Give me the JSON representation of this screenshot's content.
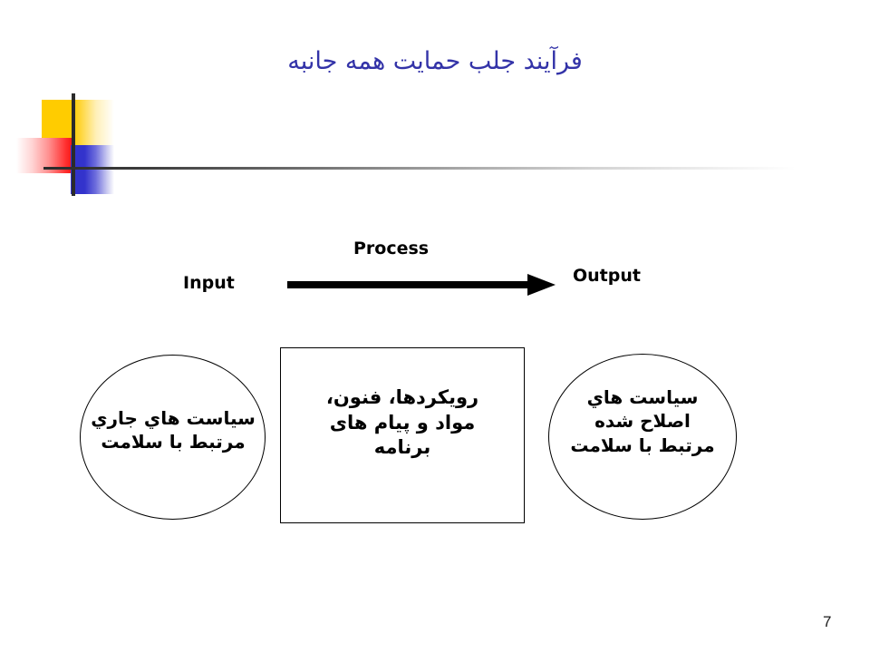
{
  "slide": {
    "title": "فرآیند جلب حمایت همه جانبه",
    "title_color": "#3333a8",
    "page_number": "7",
    "background_color": "#ffffff"
  },
  "decoration": {
    "name": "blends-template-corner-motif",
    "yellow_color": "#ffcc00",
    "red_color": "#f41414",
    "blue_color": "#3333cc",
    "line_color": "#2b2b2b"
  },
  "flow": {
    "input_label": "Input",
    "process_label": "Process",
    "output_label": "Output",
    "arrow_color": "#000000"
  },
  "shapes": [
    {
      "id": "input-circle",
      "type": "circle",
      "text": "سياست هاي جاري\nمرتبط با سلامت",
      "stroke_color": "#000000",
      "fill": "none"
    },
    {
      "id": "process-box",
      "type": "rectangle",
      "text": "رویکردها، فنون،\nمواد و پیام های\nبرنامه",
      "stroke_color": "#000000",
      "fill": "none"
    },
    {
      "id": "output-circle",
      "type": "circle",
      "text": "سياست هاي\nاصلاح شده\nمرتبط با سلامت",
      "stroke_color": "#000000",
      "fill": "none"
    }
  ]
}
